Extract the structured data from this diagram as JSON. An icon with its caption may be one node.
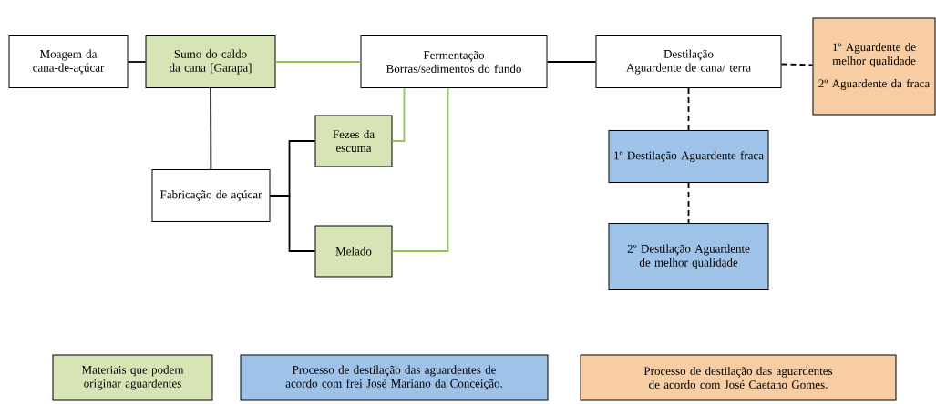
{
  "diagram": {
    "nodes": [
      {
        "text": [
          "Moagem da cana-de-açúcar"
        ]
      },
      {
        "text": [
          "Sumo do caldo da cana [Garapa]"
        ]
      },
      {
        "text": [
          "Fermentação",
          "Borras/sedimentos do fundo"
        ]
      },
      {
        "text": [
          "Fabricação de açúcar"
        ]
      },
      {
        "text": [
          "Fezes da escuma"
        ]
      },
      {
        "text": [
          "Melado"
        ]
      },
      {
        "text": [
          "Destilação",
          "Aguardente  de cana/ terra"
        ]
      },
      {
        "text": [
          "1º Aguardente de melhor qualidade",
          "2º Aguardente da fraca"
        ]
      },
      {
        "text": [
          "1º Destilação Aguardente fraca"
        ]
      },
      {
        "text": [
          "2º Destilação Aguardente de melhor qualidade"
        ]
      }
    ],
    "edges": [
      {
        "from": 0,
        "to": 1,
        "arrow": "none"
      },
      {
        "from": 1,
        "to": 2,
        "arrow": "none",
        "color": "#92c353"
      },
      {
        "from": 2,
        "to": 6,
        "arrow": "none"
      },
      {
        "from": 6,
        "to": 7,
        "arrow": "none",
        "style": "dashed"
      },
      {
        "from": 1,
        "to": 3,
        "arrow": "none"
      },
      {
        "from": 3,
        "to": 4,
        "arrow": "none"
      },
      {
        "from": 3,
        "to": 5,
        "arrow": "none"
      },
      {
        "from": 4,
        "to": 2,
        "arrow": "none",
        "color": "#92c353"
      },
      {
        "from": 5,
        "to": 2,
        "arrow": "none",
        "color": "#92c353"
      },
      {
        "from": 6,
        "to": 8,
        "arrow": "none",
        "style": "dashed"
      },
      {
        "from": 8,
        "to": 9,
        "arrow": "none",
        "style": "dashed"
      }
    ],
    "legend": [
      {
        "text": "Materiais que podem originar aguardentes",
        "color": "#d6e4b6"
      },
      {
        "text": "Processo de destilação das aguardentes de acordo com frei José Mariano da Conceição.",
        "color": "#9fc2e9"
      },
      {
        "text": "Processo de destilação das aguardentes de acordo com José Caetano Gomes.",
        "color": "#f8cda3"
      }
    ]
  }
}
